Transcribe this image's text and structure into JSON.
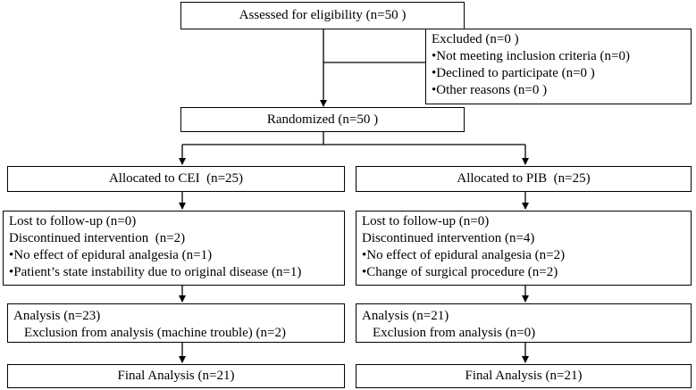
{
  "eligibility": {
    "label": "Assessed for eligibility (n=50 )"
  },
  "excluded": {
    "title": "Excluded (n=0 )",
    "items": [
      "•Not meeting inclusion criteria (n=0)",
      "•Declined to participate (n=0 )",
      "•Other reasons (n=0 )"
    ]
  },
  "randomized": {
    "label": "Randomized (n=50 )"
  },
  "arms": [
    {
      "allocated": "Allocated to CEI  (n=25)",
      "followup": [
        "Lost to follow-up (n=0)",
        "Discontinued intervention  (n=2)",
        "•No effect of epidural analgesia (n=1)",
        "•Patient’s state instability due to original disease (n=1)"
      ],
      "analysis": [
        "Analysis (n=23)",
        "Exclusion from analysis (machine trouble) (n=2)"
      ],
      "final": "Final Analysis (n=21)"
    },
    {
      "allocated": "Allocated to PIB  (n=25)",
      "followup": [
        "Lost to follow-up (n=0)",
        "Discontinued intervention (n=4)",
        "•No effect of epidural analgesia (n=2)",
        "•Change of surgical procedure (n=2)"
      ],
      "analysis": [
        "Analysis (n=21)",
        "Exclusion from analysis (n=0)"
      ],
      "final": "Final Analysis (n=21)"
    }
  ]
}
